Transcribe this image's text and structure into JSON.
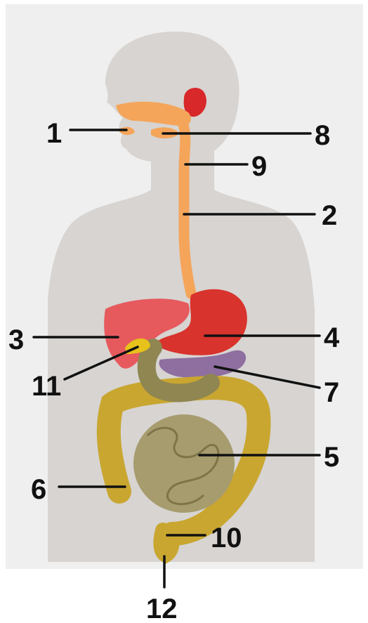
{
  "labels": {
    "l1": "1",
    "l2": "2",
    "l3": "3",
    "l4": "4",
    "l5": "5",
    "l6": "6",
    "l7": "7",
    "l8": "8",
    "l9": "9",
    "l10": "10",
    "l11": "11",
    "l12": "12"
  },
  "colors": {
    "background_panel": "#efefef",
    "body": "#d7d4d1",
    "mouth_esophagus": "#f4a55a",
    "salivary_gland": "#d8282a",
    "liver": "#e65a5e",
    "stomach": "#d8332c",
    "pancreas": "#8e6fa0",
    "gallbladder": "#e6c21a",
    "large_intestine": "#c9a630",
    "small_intestine": "#a79c6e",
    "duodenum": "#8f8652",
    "label_text": "#111111"
  }
}
